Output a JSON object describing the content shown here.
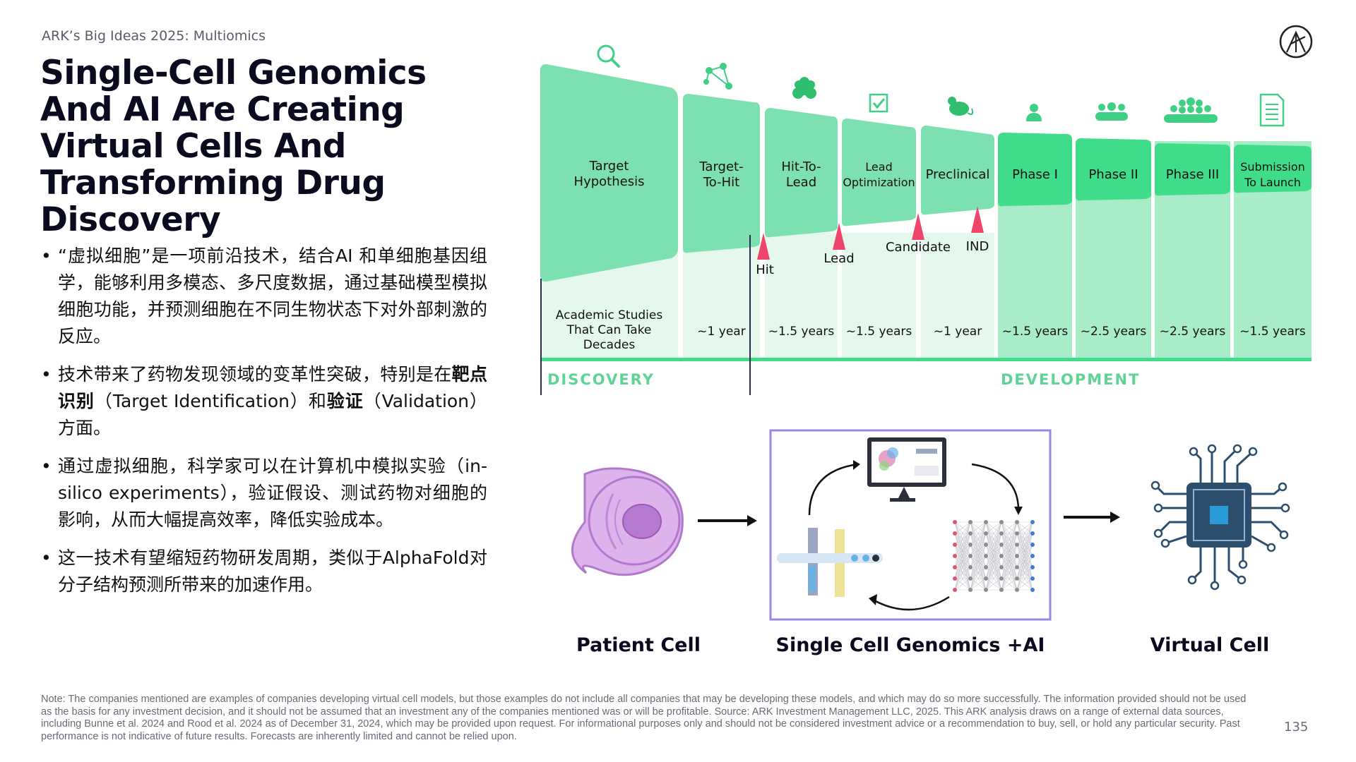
{
  "header": {
    "kicker": "ARK’s Big Ideas 2025: Multiomics",
    "title": "Single-Cell Genomics And AI Are Creating Virtual Cells And Transforming Drug Discovery"
  },
  "bullets": [
    {
      "text": "“虚拟细胞”是一项前沿技术，结合AI 和单细胞基因组学，能够利用多模态、多尺度数据，通过基础模型模拟细胞功能，并预测细胞在不同生物状态下对外部刺激的反应。"
    },
    {
      "pre": "技术带来了药物发现领域的变革性突破，特别是在",
      "b1": "靶点识别",
      "mid": "（Target Identification）和",
      "b2": "验证",
      "post": "（Validation）方面。"
    },
    {
      "text": "通过虚拟细胞，科学家可以在计算机中模拟实验（in-silico experiments），验证假设、测试药物对细胞的影响，从而大幅提高效率，降低实验成本。"
    },
    {
      "text": "这一技术有望缩短药物研发周期，类似于AlphaFold对分子结构预测所带来的加速作用。"
    }
  ],
  "pipeline": {
    "stages": [
      {
        "label_lines": [
          "Target",
          "Hypothesis"
        ],
        "duration_lines": [
          "Academic Studies",
          "That Can Take",
          "Decades"
        ],
        "icon": "magnifier-icon"
      },
      {
        "label_lines": [
          "Target-",
          "To-Hit"
        ],
        "duration_lines": [
          "~1 year"
        ],
        "icon": "molecule-icon"
      },
      {
        "label_lines": [
          "Hit-To-",
          "Lead"
        ],
        "duration_lines": [
          "~1.5 years"
        ],
        "icon": "cell-cluster-icon"
      },
      {
        "label_lines": [
          "Lead",
          "Optimization"
        ],
        "duration_lines": [
          "~1.5 years"
        ],
        "icon": "checkbox-icon"
      },
      {
        "label_lines": [
          "Preclinical"
        ],
        "duration_lines": [
          "~1 year"
        ],
        "icon": "mouse-icon"
      },
      {
        "label_lines": [
          "Phase I"
        ],
        "duration_lines": [
          "~1.5 years"
        ],
        "icon": "person-icon"
      },
      {
        "label_lines": [
          "Phase II"
        ],
        "duration_lines": [
          "~2.5 years"
        ],
        "icon": "people-small-group-icon"
      },
      {
        "label_lines": [
          "Phase III"
        ],
        "duration_lines": [
          "~2.5 years"
        ],
        "icon": "people-large-group-icon"
      },
      {
        "label_lines": [
          "Submission",
          "To Launch"
        ],
        "duration_lines": [
          "~1.5 years"
        ],
        "icon": "document-icon"
      }
    ],
    "milestones": [
      "Hit",
      "Lead",
      "Candidate",
      "IND"
    ],
    "phase_labels": {
      "discovery": "DISCOVERY",
      "development": "DEVELOPMENT"
    }
  },
  "flow": {
    "patient_cell": "Patient Cell",
    "genomics_ai": "Single Cell Genomics +AI",
    "virtual_cell": "Virtual Cell"
  },
  "colors": {
    "stage_green": "#7de0b0",
    "stage_green_dark": "#4fd38f",
    "development_green": "#3fdc8a",
    "panel_light": "#cdf3df",
    "milestone_red": "#f0456b",
    "phase_label_green": "#5fd495",
    "arrow_navy": "#2b2b4d",
    "box_purple": "#9b86e0",
    "cell_purple": "#d9a6e8",
    "chip_navy": "#2d4f6e",
    "chip_blue": "#2a9bd8"
  },
  "footer": {
    "note": "Note: The companies mentioned are examples of companies developing virtual cell models, but those examples do not include all companies that may be developing these models, and which may do so more successfully. The information provided should not be used as the basis for any investment decision, and it should not be assumed that an investment any of the companies mentioned was or will be profitable. Source: ARK Investment Management LLC, 2025. This ARK analysis draws on a range of external data sources, including Bunne et al. 2024 and Rood et al. 2024 as of December 31, 2024, which may be provided upon request. For informational purposes only and should not be considered investment advice or a recommendation to buy, sell, or hold any particular security. Past performance is not indicative of future results. Forecasts are inherently limited and cannot be relied upon.",
    "page_number": "135"
  }
}
